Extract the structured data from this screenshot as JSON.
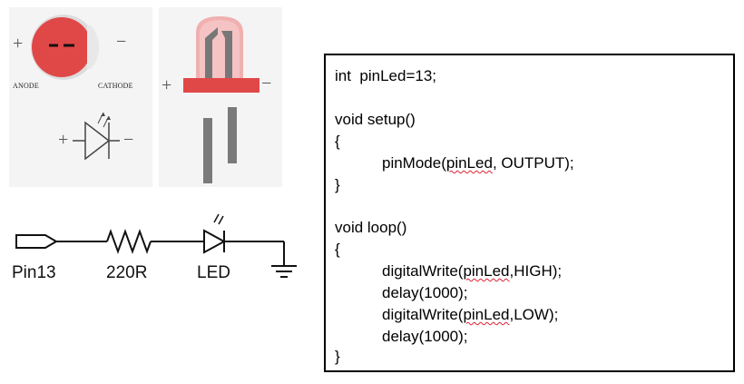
{
  "led_top_view": {
    "plus": "+",
    "minus": "−",
    "anode_label": "ANODE",
    "cathode_label": "CATHODE",
    "color": "#e04848"
  },
  "led_symbol": {
    "plus": "+",
    "minus": "−"
  },
  "led_side_view": {
    "plus": "+",
    "minus": "−",
    "color": "#e04848",
    "leg_color": "#7a7a7a"
  },
  "circuit": {
    "pin_label": "Pin13",
    "resistor_label": "220R",
    "led_label": "LED"
  },
  "code": {
    "line1": "int  pinLed=13;",
    "setup_sig": "void setup()",
    "setup_open": "{",
    "pinmode_a": "pinMode(",
    "pinmode_b": "pinLed",
    "pinmode_c": ", OUTPUT);",
    "setup_close": "}",
    "loop_sig": "void loop()",
    "loop_open": "{",
    "dw1_a": "digitalWrite(",
    "dw1_b": "pinLed",
    "dw1_c": ",HIGH);",
    "delay1": "delay(1000);",
    "dw2_a": "digitalWrite(",
    "dw2_b": "pinLed",
    "dw2_c": ",LOW);",
    "delay2": "delay(1000);",
    "loop_close": "}"
  }
}
